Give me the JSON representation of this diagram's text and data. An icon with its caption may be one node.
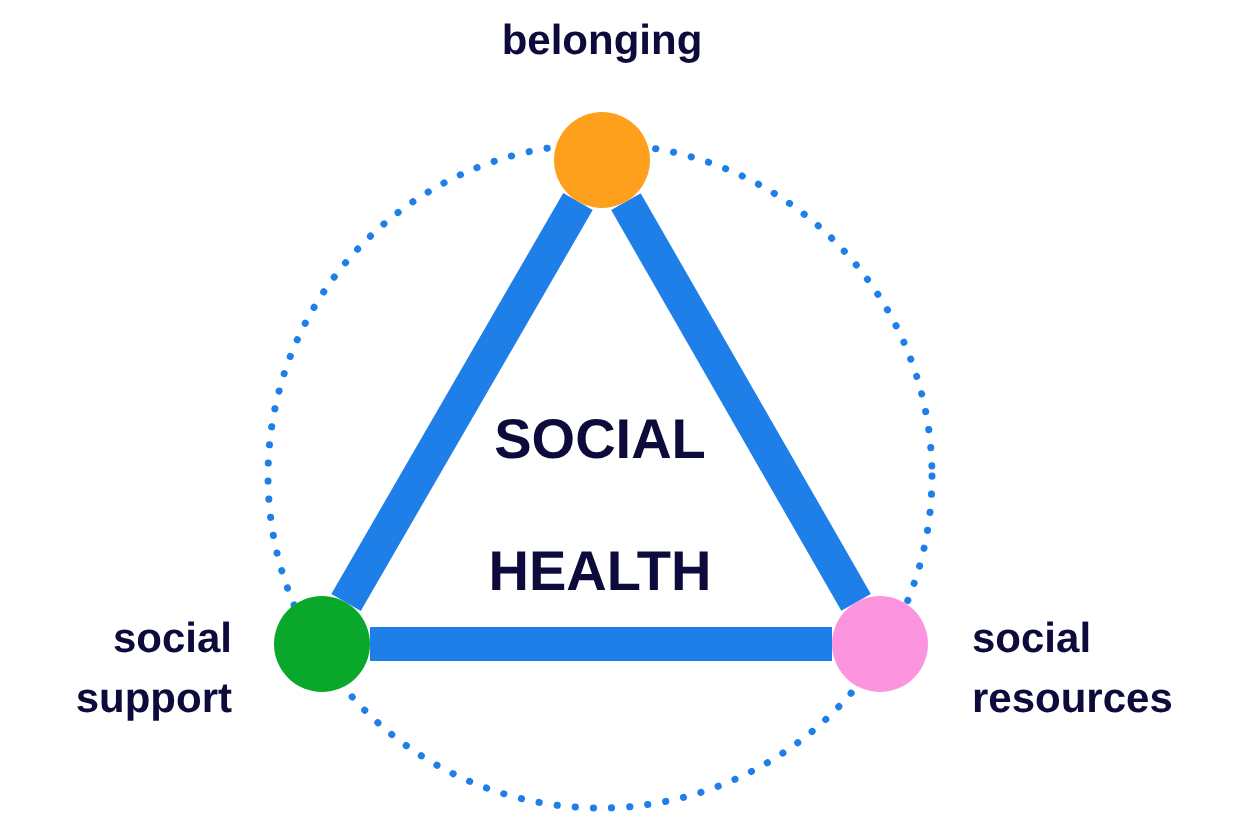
{
  "diagram": {
    "nodes": [
      {
        "text": [
          "belonging"
        ]
      },
      {
        "text": [
          "social support"
        ]
      },
      {
        "text": [
          "social resources"
        ]
      }
    ],
    "edges": [
      {
        "from": 0,
        "to": 1,
        "arrow": "none"
      },
      {
        "from": 1,
        "to": 2,
        "arrow": "none"
      },
      {
        "from": 2,
        "to": 0,
        "arrow": "none"
      }
    ],
    "labels": [
      "SOCIAL",
      "HEALTH"
    ]
  }
}
